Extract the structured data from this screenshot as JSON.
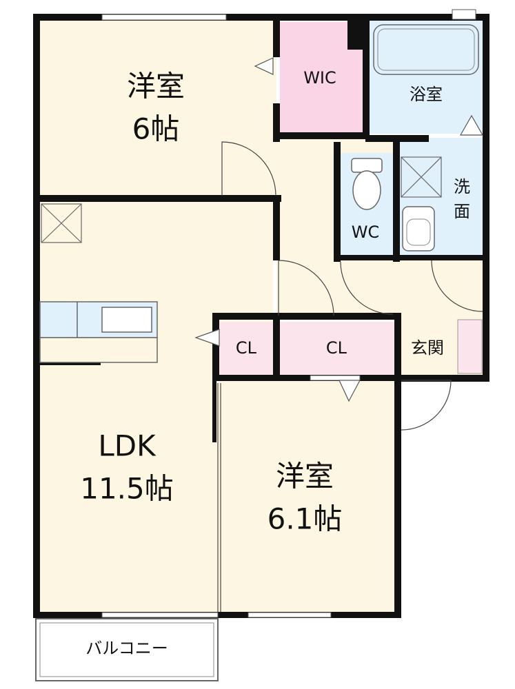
{
  "colors": {
    "room_beige": "#fdf6e3",
    "closet_pink": "#fce4ec",
    "wic_pink": "#f9d5e5",
    "wet_blue": "#e1f1fb",
    "wall": "#111111",
    "balcony": "#ffffff"
  },
  "rooms": {
    "western1": {
      "line1": "洋室",
      "line2": "6帖"
    },
    "western2": {
      "line1": "洋室",
      "line2": "6.1帖"
    },
    "ldk": {
      "line1": "LDK",
      "line2": "11.5帖"
    },
    "wic": {
      "label": "WIC"
    },
    "bath": {
      "label": "浴室"
    },
    "washroom": {
      "line1": "洗",
      "line2": "面"
    },
    "wc": {
      "label": "WC"
    },
    "closet1": {
      "label": "CL"
    },
    "closet2": {
      "label": "CL"
    },
    "entrance": {
      "label": "玄関"
    },
    "balcony": {
      "label": "バルコニー"
    }
  }
}
